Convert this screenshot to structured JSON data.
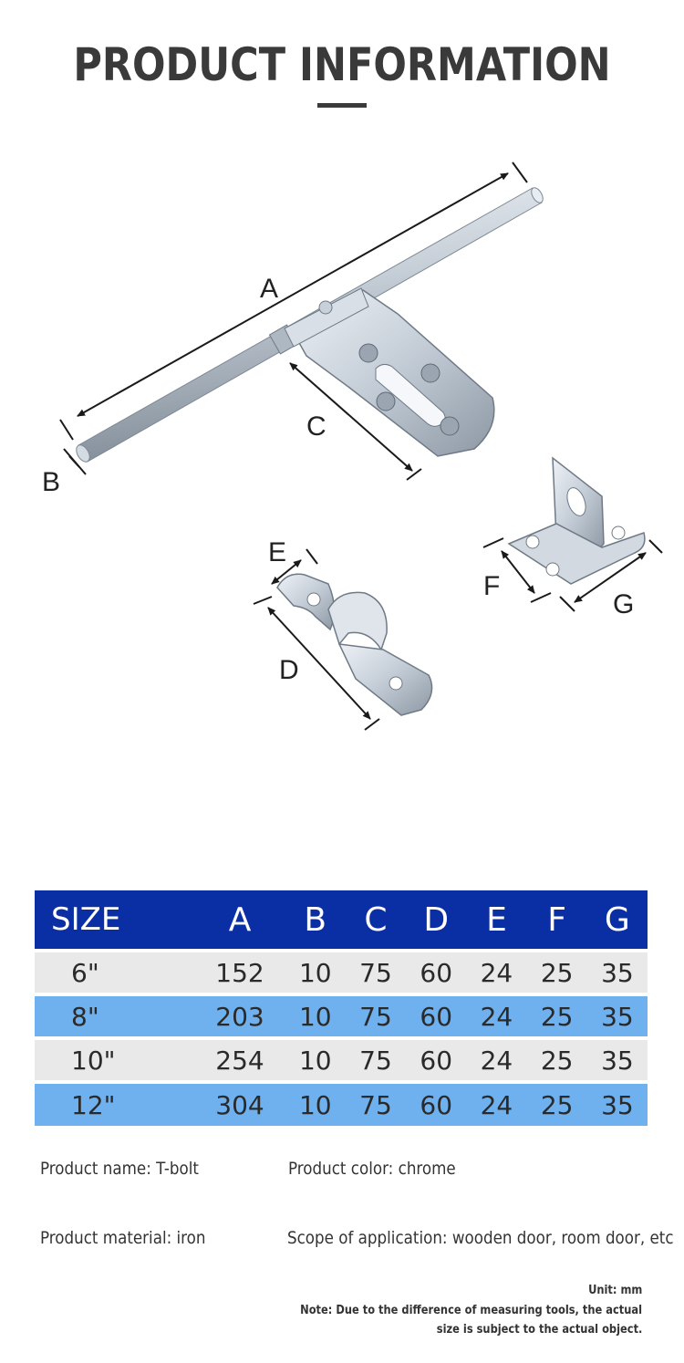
{
  "header": {
    "title": "PRODUCT INFORMATION"
  },
  "diagram": {
    "labels": {
      "a": "A",
      "b": "B",
      "c": "C",
      "d": "D",
      "e": "E",
      "f": "F",
      "g": "G"
    },
    "colors": {
      "metal_light": "#e4e9ef",
      "metal_mid": "#b8c2cc",
      "metal_dark": "#7f8a96",
      "arrow": "#1a1a1a"
    }
  },
  "size_table": {
    "colors": {
      "header_bg": "#0a2ea4",
      "row_light": "#e9e9e9",
      "row_blue": "#6eb1ee"
    },
    "headers": [
      "SIZE",
      "A",
      "B",
      "C",
      "D",
      "E",
      "F",
      "G"
    ],
    "rows": [
      [
        "6\"",
        "152",
        "10",
        "75",
        "60",
        "24",
        "25",
        "35"
      ],
      [
        "8\"",
        "203",
        "10",
        "75",
        "60",
        "24",
        "25",
        "35"
      ],
      [
        "10\"",
        "254",
        "10",
        "75",
        "60",
        "24",
        "25",
        "35"
      ],
      [
        "12\"",
        "304",
        "10",
        "75",
        "60",
        "24",
        "25",
        "35"
      ]
    ]
  },
  "info": {
    "name": "Product name: T-bolt",
    "color": "Product color: chrome",
    "material": "Product material: iron",
    "scope": "Scope of application: wooden door, room door, etc"
  },
  "note": {
    "unit": "Unit: mm",
    "line1": "Note: Due to the difference of measuring tools, the actual",
    "line2": "size is subject to the actual object."
  }
}
